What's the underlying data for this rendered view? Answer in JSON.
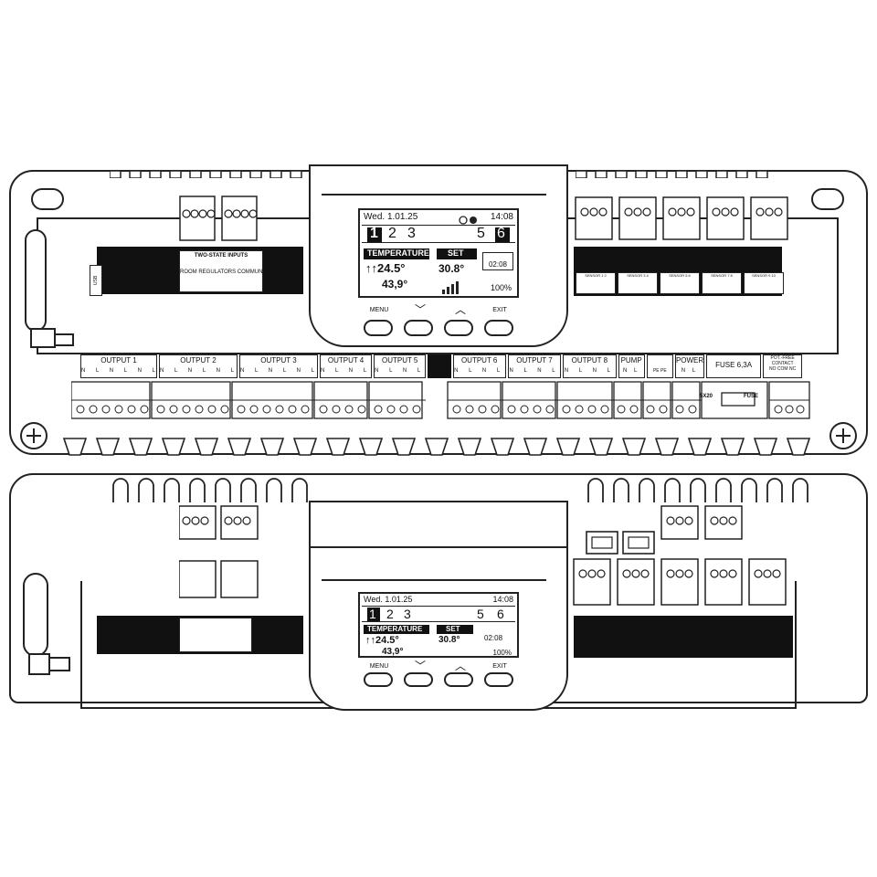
{
  "screen": {
    "date": "Wed. 1.01.25",
    "time": "14:08",
    "zones": [
      "1",
      "2",
      "3",
      "",
      "",
      "5",
      "6"
    ],
    "temperature_label": "TEMPERATURE",
    "current_temp": "↑↑24.5°",
    "floor_temp": "43,9°",
    "set_label": "SET",
    "set_temp": "30.8°",
    "timer": "02:08",
    "battery": "100%"
  },
  "buttons": {
    "menu": "MENU",
    "down": "﹀",
    "up": "︿",
    "exit": "EXIT"
  },
  "outputs": [
    {
      "label": "OUTPUT 1",
      "pins": [
        "N",
        "L",
        "N",
        "L",
        "N",
        "L"
      ]
    },
    {
      "label": "OUTPUT 2",
      "pins": [
        "N",
        "L",
        "N",
        "L",
        "N",
        "L"
      ]
    },
    {
      "label": "OUTPUT 3",
      "pins": [
        "N",
        "L",
        "N",
        "L",
        "N",
        "L"
      ]
    },
    {
      "label": "OUTPUT 4",
      "pins": [
        "N",
        "L",
        "N",
        "L"
      ]
    },
    {
      "label": "OUTPUT 5",
      "pins": [
        "N",
        "L",
        "N",
        "L"
      ]
    },
    {
      "label": "OUTPUT 6",
      "pins": [
        "N",
        "L",
        "N",
        "L"
      ]
    },
    {
      "label": "OUTPUT 7",
      "pins": [
        "N",
        "L",
        "N",
        "L"
      ]
    },
    {
      "label": "OUTPUT 8",
      "pins": [
        "N",
        "L",
        "N",
        "L"
      ]
    }
  ],
  "pump": {
    "label": "PUMP",
    "pins": [
      "N",
      "L"
    ]
  },
  "pe": {
    "pins": [
      "PE",
      "PE"
    ]
  },
  "power": {
    "label": "POWER",
    "pins": [
      "N",
      "L"
    ]
  },
  "fuse": {
    "label": "FUSE 6,3A",
    "tag": "FUSE",
    "size": "5X20"
  },
  "potfree": {
    "label": "POT.-FREE CONTACT",
    "pins": [
      "NO",
      "COM",
      "NC"
    ]
  },
  "inputs": {
    "two_state": "TWO-STATE INPUTS",
    "room_regulators": "ROOM REGULATORS COMMUNICATION",
    "usb": "USB"
  },
  "sensors": [
    "SENSOR 1 2",
    "SENSOR 3 4",
    "SENSOR 5 6",
    "SENSOR 7 8",
    "SENSOR 9 10"
  ]
}
